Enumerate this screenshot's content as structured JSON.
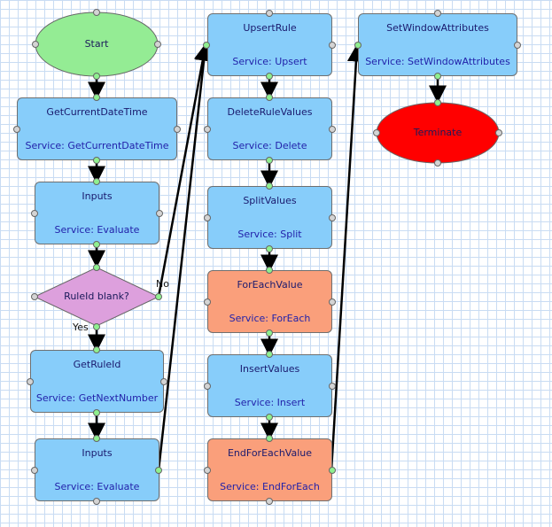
{
  "diagram": {
    "start_label": "Start",
    "terminate_label": "Terminate",
    "decision_label": "RuleId blank?",
    "decision_yes": "Yes",
    "decision_no": "No",
    "nodes": [
      {
        "id": "get-current-date-time",
        "title": "GetCurrentDateTime",
        "service": "Service: GetCurrentDateTime"
      },
      {
        "id": "inputs-1",
        "title": "Inputs",
        "service": "Service: Evaluate"
      },
      {
        "id": "get-rule-id",
        "title": "GetRuleId",
        "service": "Service: GetNextNumber"
      },
      {
        "id": "inputs-2",
        "title": "Inputs",
        "service": "Service: Evaluate"
      },
      {
        "id": "upsert-rule",
        "title": "UpsertRule",
        "service": "Service: Upsert"
      },
      {
        "id": "delete-rule-values",
        "title": "DeleteRuleValues",
        "service": "Service: Delete"
      },
      {
        "id": "split-values",
        "title": "SplitValues",
        "service": "Service: Split"
      },
      {
        "id": "for-each-value",
        "title": "ForEachValue",
        "service": "Service: ForEach"
      },
      {
        "id": "insert-values",
        "title": "InsertValues",
        "service": "Service: Insert"
      },
      {
        "id": "end-for-each-value",
        "title": "EndForEachValue",
        "service": "Service: EndForEach"
      },
      {
        "id": "set-window-attributes",
        "title": "SetWindowAttributes",
        "service": "Service: SetWindowAttributes"
      }
    ]
  },
  "colors": {
    "service_node": "#87cdfa",
    "loop_node": "#fa9f7b",
    "start": "#94ec94",
    "terminate": "#ff0000",
    "decision": "#dda0dd",
    "connector": "#000000",
    "grid": "#c9dcf3"
  }
}
